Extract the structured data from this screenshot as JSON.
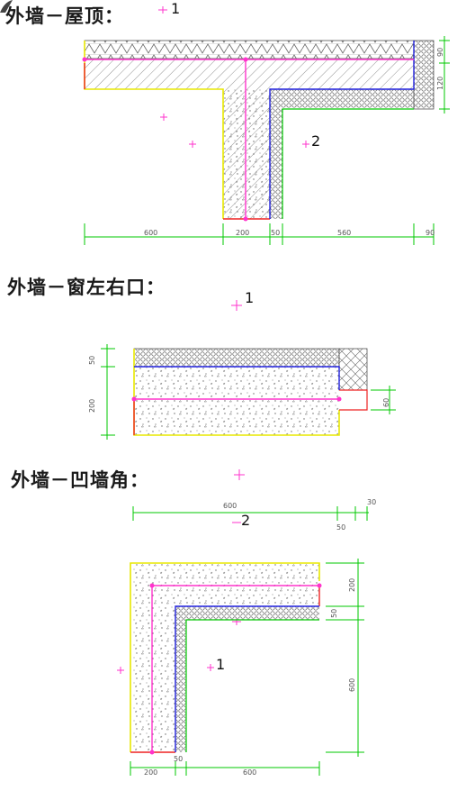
{
  "sections": [
    {
      "title": "外墙－屋顶：",
      "marker1": "1",
      "marker2": "2",
      "dims_bottom": [
        "600",
        "200",
        "50",
        "560",
        "90"
      ],
      "dims_right": [
        "90",
        "120"
      ]
    },
    {
      "title": "外墙－窗左右口：",
      "marker1": "1",
      "dims_left": [
        "50",
        "200"
      ],
      "dims_right": [
        "60"
      ]
    },
    {
      "title": "外墙－凹墙角：",
      "marker1": "1",
      "marker2": "2",
      "dims_top": [
        "600",
        "50",
        "30"
      ],
      "dims_right": [
        "200",
        "50",
        "600"
      ],
      "dims_bottom": [
        "200",
        "50",
        "600"
      ]
    }
  ],
  "colors": {
    "dim_line": "#00c800",
    "center_line": "#ff33cc",
    "insulation_edge": "#2222dd",
    "outer_edge": "#e8e800",
    "red_edge": "#ee2222",
    "hatch": "#777777"
  }
}
